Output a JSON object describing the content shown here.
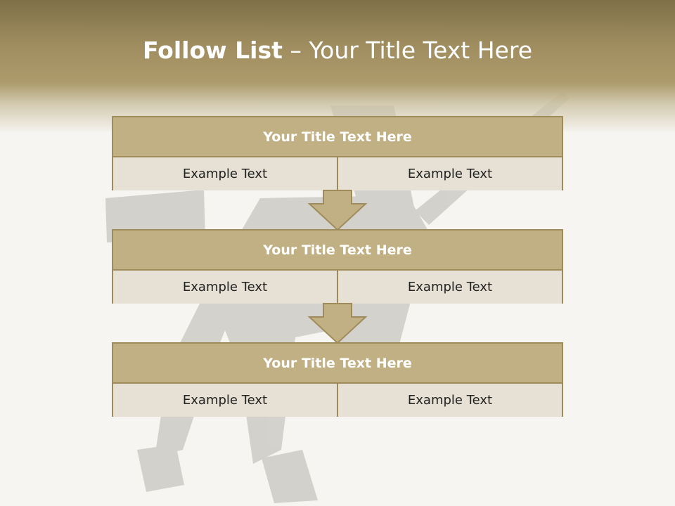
{
  "slide": {
    "title_bold": "Follow List",
    "title_sep": " – ",
    "title_rest": "Your Title Text Here"
  },
  "blocks": [
    {
      "title": "Your Title Text Here",
      "cells": [
        "Example Text",
        "Example Text"
      ]
    },
    {
      "title": "Your Title Text Here",
      "cells": [
        "Example Text",
        "Example Text"
      ]
    },
    {
      "title": "Your Title Text Here",
      "cells": [
        "Example Text",
        "Example Text"
      ]
    }
  ],
  "colors": {
    "header_band": "#a08e60",
    "block_title_fill": "#c0b084",
    "cell_fill": "#e6e1d4",
    "border": "#a08c5b"
  },
  "icons": [
    "down-arrow-icon",
    "down-arrow-icon"
  ]
}
